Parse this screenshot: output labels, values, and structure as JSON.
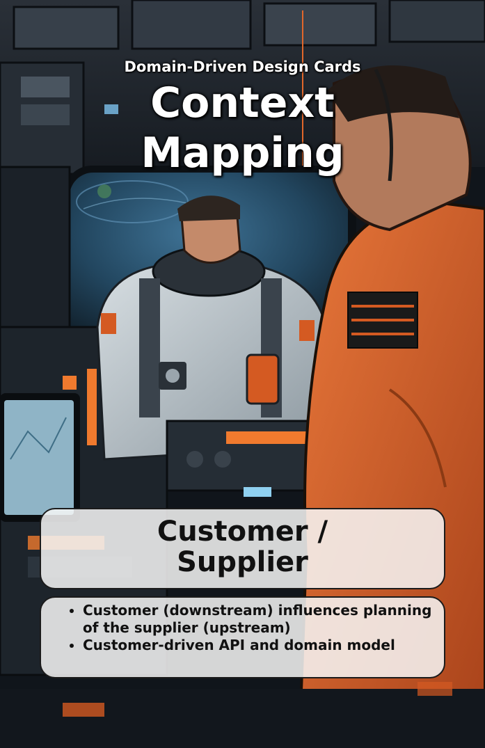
{
  "card": {
    "series_title": "Domain-Driven Design Cards",
    "title_lines": [
      "Context",
      "Mapping"
    ],
    "pattern_name_lines": [
      "Customer /",
      "Supplier"
    ],
    "bullets": [
      "Customer (downstream) influences planning of the supplier (upstream)",
      "Customer-driven API and domain model"
    ]
  },
  "illustration": {
    "subject": "astronaut-crew-in-spacecraft-cockpit",
    "colors": {
      "space": "#2b5a7a",
      "cockpit": "#2a3440",
      "orange_suit": "#d45a22",
      "white_suit": "#b9c3c9",
      "accent_orange": "#f07a2e"
    }
  }
}
